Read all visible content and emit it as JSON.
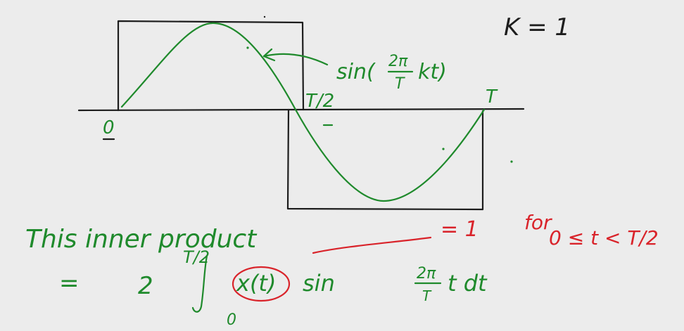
{
  "k_label": "K = 1",
  "sine_label": "sin(2π/T kt)",
  "sine_label_prefix": "sin(",
  "sine_label_num": "2π",
  "sine_label_den": "T",
  "sine_label_suffix": "kt)",
  "tick_zero": "0",
  "tick_half": "T/2",
  "tick_full": "T",
  "line1": "This inner product",
  "equals_one": "= 1",
  "for_text": "for",
  "condition": "0 ≤ t < T/2",
  "eq_sign": "=",
  "coef": "2",
  "upper_limit": "T/2",
  "lower_limit": "0",
  "integrand_circled": "x(t)",
  "integrand_rest": "sin",
  "frac_num": "2π",
  "frac_den": "T",
  "tail": "t dt",
  "colors": {
    "black": "#1d1d1d",
    "green": "#1f8a2c",
    "red": "#d9232a",
    "background": "#ececec"
  }
}
